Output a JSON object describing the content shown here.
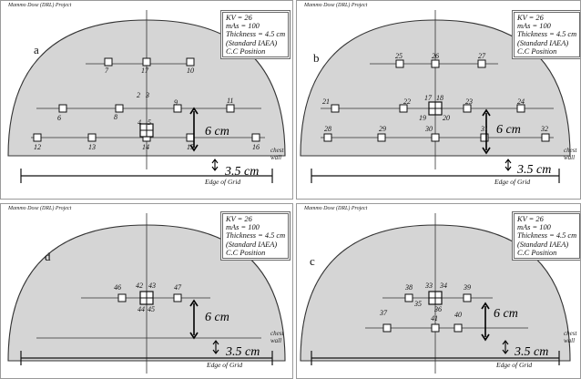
{
  "project_title": "Mammo Dose (DRL) Project",
  "info_lines": [
    "KV = 26",
    "mAs = 100",
    "Thickness = 4.5 cm",
    "(Standard IAEA)",
    "C.C Position"
  ],
  "dist_6cm": "6 cm",
  "dist_35cm": "3.5 cm",
  "edge_label": "Edge of Grid",
  "chest_label": "chest wall",
  "colors": {
    "breast_fill": "#d5d5d5",
    "line": "#333333",
    "marker_fill": "#ffffff"
  },
  "panels": [
    {
      "letter": "a",
      "labels": [
        "7",
        "17",
        "10",
        "2",
        "3",
        "6",
        "8",
        "9",
        "11",
        "4",
        "5",
        "12",
        "13",
        "14",
        "15",
        "16"
      ]
    },
    {
      "letter": "b",
      "labels": [
        "25",
        "26",
        "27",
        "21",
        "22",
        "17",
        "18",
        "23",
        "24",
        "19",
        "20",
        "28",
        "29",
        "30",
        "31",
        "32"
      ]
    },
    {
      "letter": "d",
      "labels": [
        "46",
        "42",
        "43",
        "47",
        "44",
        "45"
      ]
    },
    {
      "letter": "c",
      "labels": [
        "38",
        "33",
        "34",
        "39",
        "35",
        "36",
        "37",
        "41",
        "40"
      ]
    }
  ]
}
